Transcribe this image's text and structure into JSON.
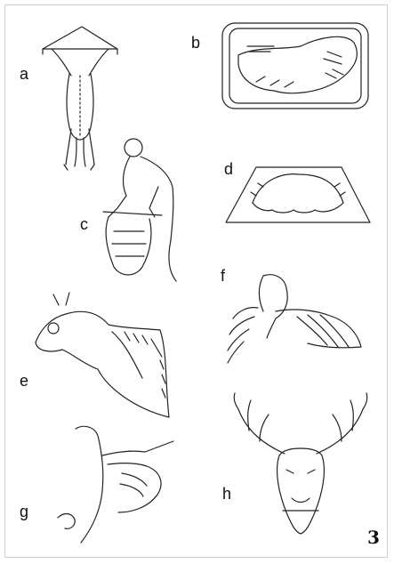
{
  "labels": {
    "a": "a",
    "b": "b",
    "c": "c",
    "d": "d",
    "e": "e",
    "f": "f",
    "g": "g",
    "h": "h"
  },
  "page_number": "3"
}
